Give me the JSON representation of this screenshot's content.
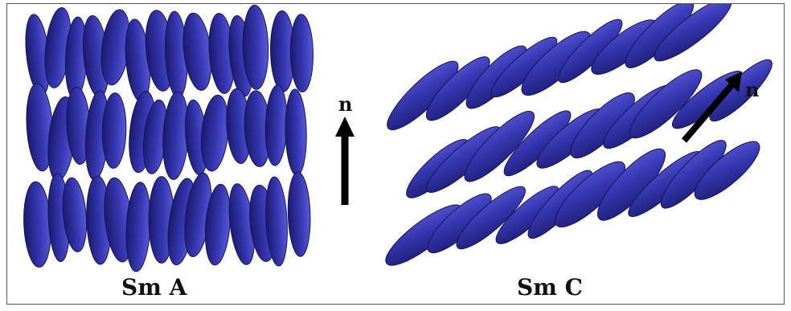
{
  "panels": [
    {
      "caption": "Sm A",
      "director_label": "n",
      "tilt_deg": 0
    },
    {
      "caption": "Sm C",
      "director_label": "n",
      "tilt_deg": 45
    }
  ],
  "colors": {
    "molecule_dark": "#1a1a6e",
    "molecule_mid": "#2e2e9c",
    "molecule_light": "#5a5ad8",
    "arrow": "#000000",
    "border": "#555555"
  },
  "icons": {
    "director_arrow": "arrow-icon",
    "molecule": "ellipsoid-icon"
  }
}
